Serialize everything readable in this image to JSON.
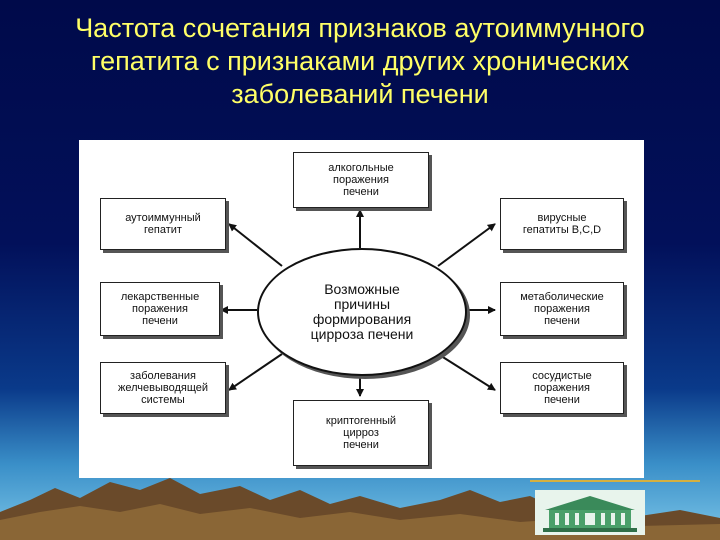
{
  "title": {
    "line1": "Частота сочетания признаков аутоиммунного",
    "line2": "гепатита с признаками других хронических",
    "line3": "заболеваний печени"
  },
  "diagram": {
    "center": {
      "line1": "Возможные",
      "line2": "причины",
      "line3": "формирования",
      "line4": "цирроза печени"
    },
    "top": {
      "line1": "алкогольные",
      "line2": "поражения",
      "line3": "печени"
    },
    "left_top": {
      "line1": "аутоиммунный",
      "line2": "гепатит"
    },
    "left_mid": {
      "line1": "лекарственные",
      "line2": "поражения",
      "line3": "печени"
    },
    "left_bottom": {
      "line1": "заболевания",
      "line2": "желчевыводящей",
      "line3": "системы"
    },
    "bottom": {
      "line1": "криптогенный",
      "line2": "цирроз",
      "line3": "печени"
    },
    "right_top": {
      "line1": "вирусные",
      "line2": "гепатиты В,С,D"
    },
    "right_mid": {
      "line1": "метаболические",
      "line2": "поражения",
      "line3": "печени"
    },
    "right_bottom": {
      "line1": "сосудистые",
      "line2": "поражения",
      "line3": "печени"
    }
  },
  "colors": {
    "title": "#ffff66",
    "background_top": "#000a4a",
    "background_bottom": "#7cc6e8"
  }
}
